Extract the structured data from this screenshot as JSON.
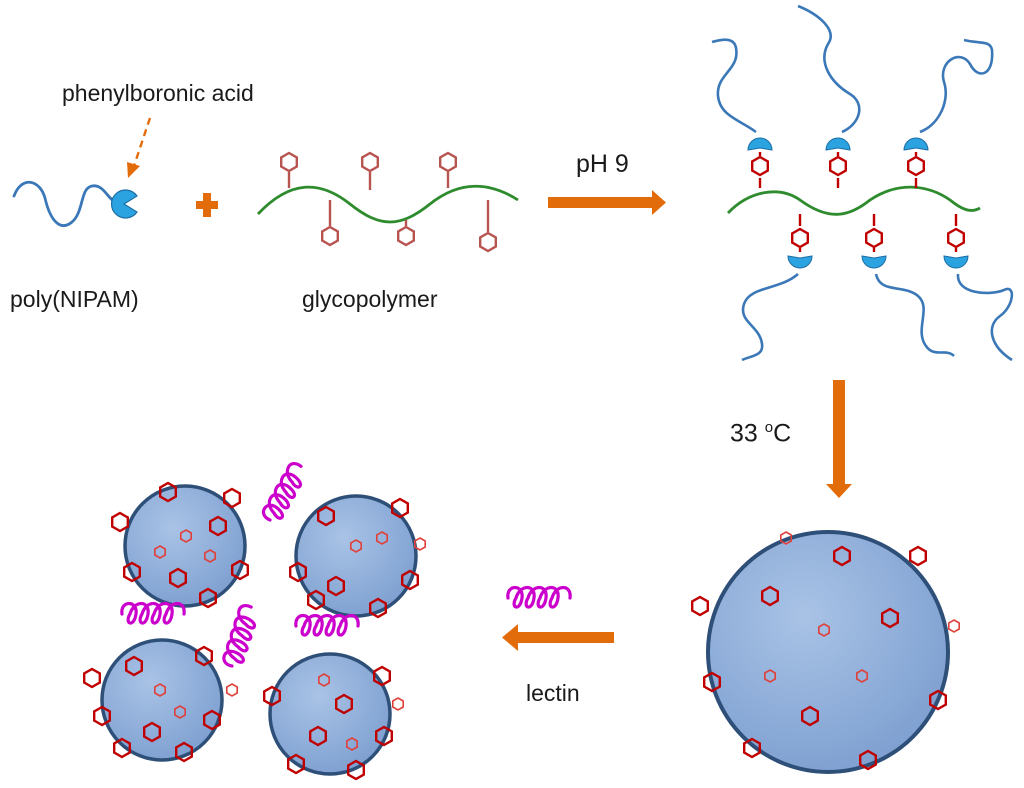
{
  "labels": {
    "phenylboronic_acid": "phenylboronic acid",
    "poly_nipam": "poly(NIPAM)",
    "glycopolymer": "glycopolymer",
    "ph": "pH 9",
    "temp_value": "33",
    "temp_sup": "o",
    "temp_unit": "C",
    "lectin": "lectin"
  },
  "colors": {
    "polymer_chain": "#3b78b8",
    "boronic_pacman": "#2aa3e0",
    "backbone": "#2e8b2e",
    "sugar_pale": "#b85450",
    "sugar_red": "#c00000",
    "arrow": "#e36c0a",
    "micelle_fill": "#8fb0dc",
    "micelle_edge": "#2e4f78",
    "lectin": "#cc00cc"
  }
}
